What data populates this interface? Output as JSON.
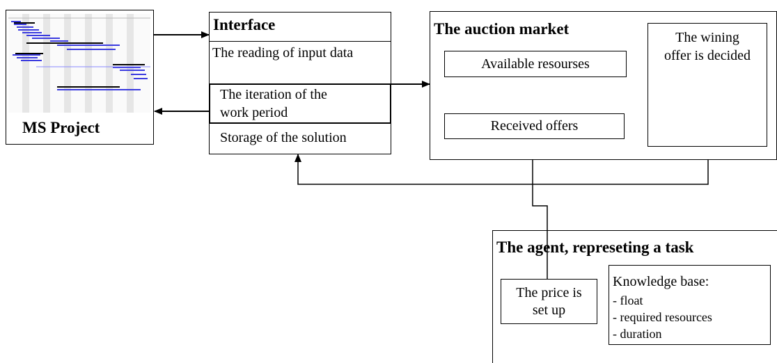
{
  "ms_project": {
    "label": "MS Project"
  },
  "interface": {
    "title": "Interface",
    "row1": "The reading of input data",
    "row2_line1": "The iteration of the",
    "row2_line2": "work period",
    "row3": "Storage of the solution"
  },
  "auction": {
    "title": "The auction market",
    "available": "Available resourses",
    "received": "Received offers",
    "winning_line1": "The wining",
    "winning_line2": "offer is decided"
  },
  "agent": {
    "title": "The agent, represeting a task",
    "price_line1": "The price is",
    "price_line2": "set up",
    "kb_title": "Knowledge base:",
    "kb_items": [
      "- float",
      "- required resources",
      "- duration"
    ]
  }
}
